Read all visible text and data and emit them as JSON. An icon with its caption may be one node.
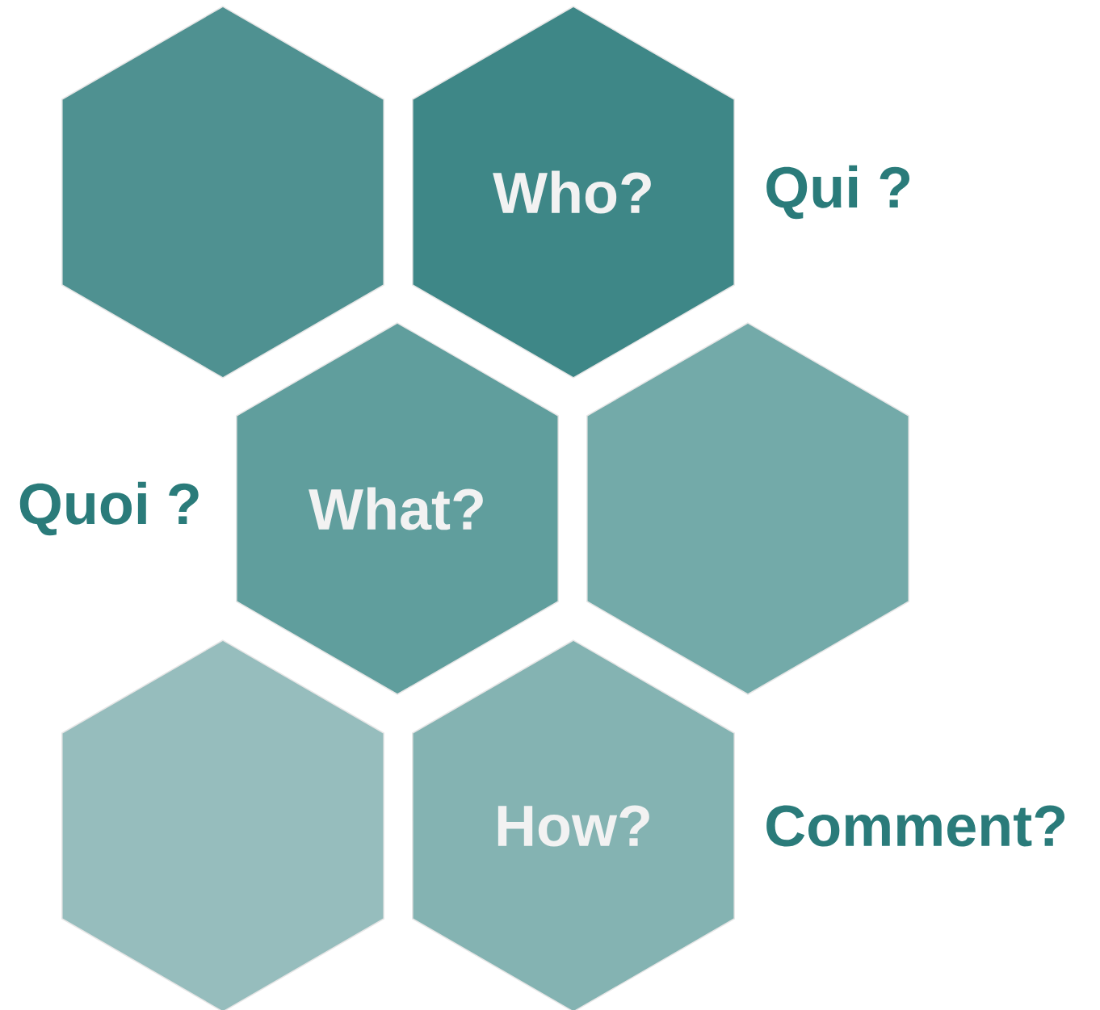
{
  "diagram": {
    "nodes": [
      {
        "text": [],
        "shape": "hexagon"
      },
      {
        "text": [
          "Who?"
        ],
        "beside": [
          "Qui ?"
        ]
      },
      {
        "text": [
          "What?"
        ],
        "beside": [
          "Quoi ?"
        ]
      },
      {
        "text": [],
        "shape": "hexagon"
      },
      {
        "text": [],
        "shape": "hexagon"
      },
      {
        "text": [
          "How?"
        ],
        "beside": [
          "Comment?"
        ]
      }
    ]
  }
}
